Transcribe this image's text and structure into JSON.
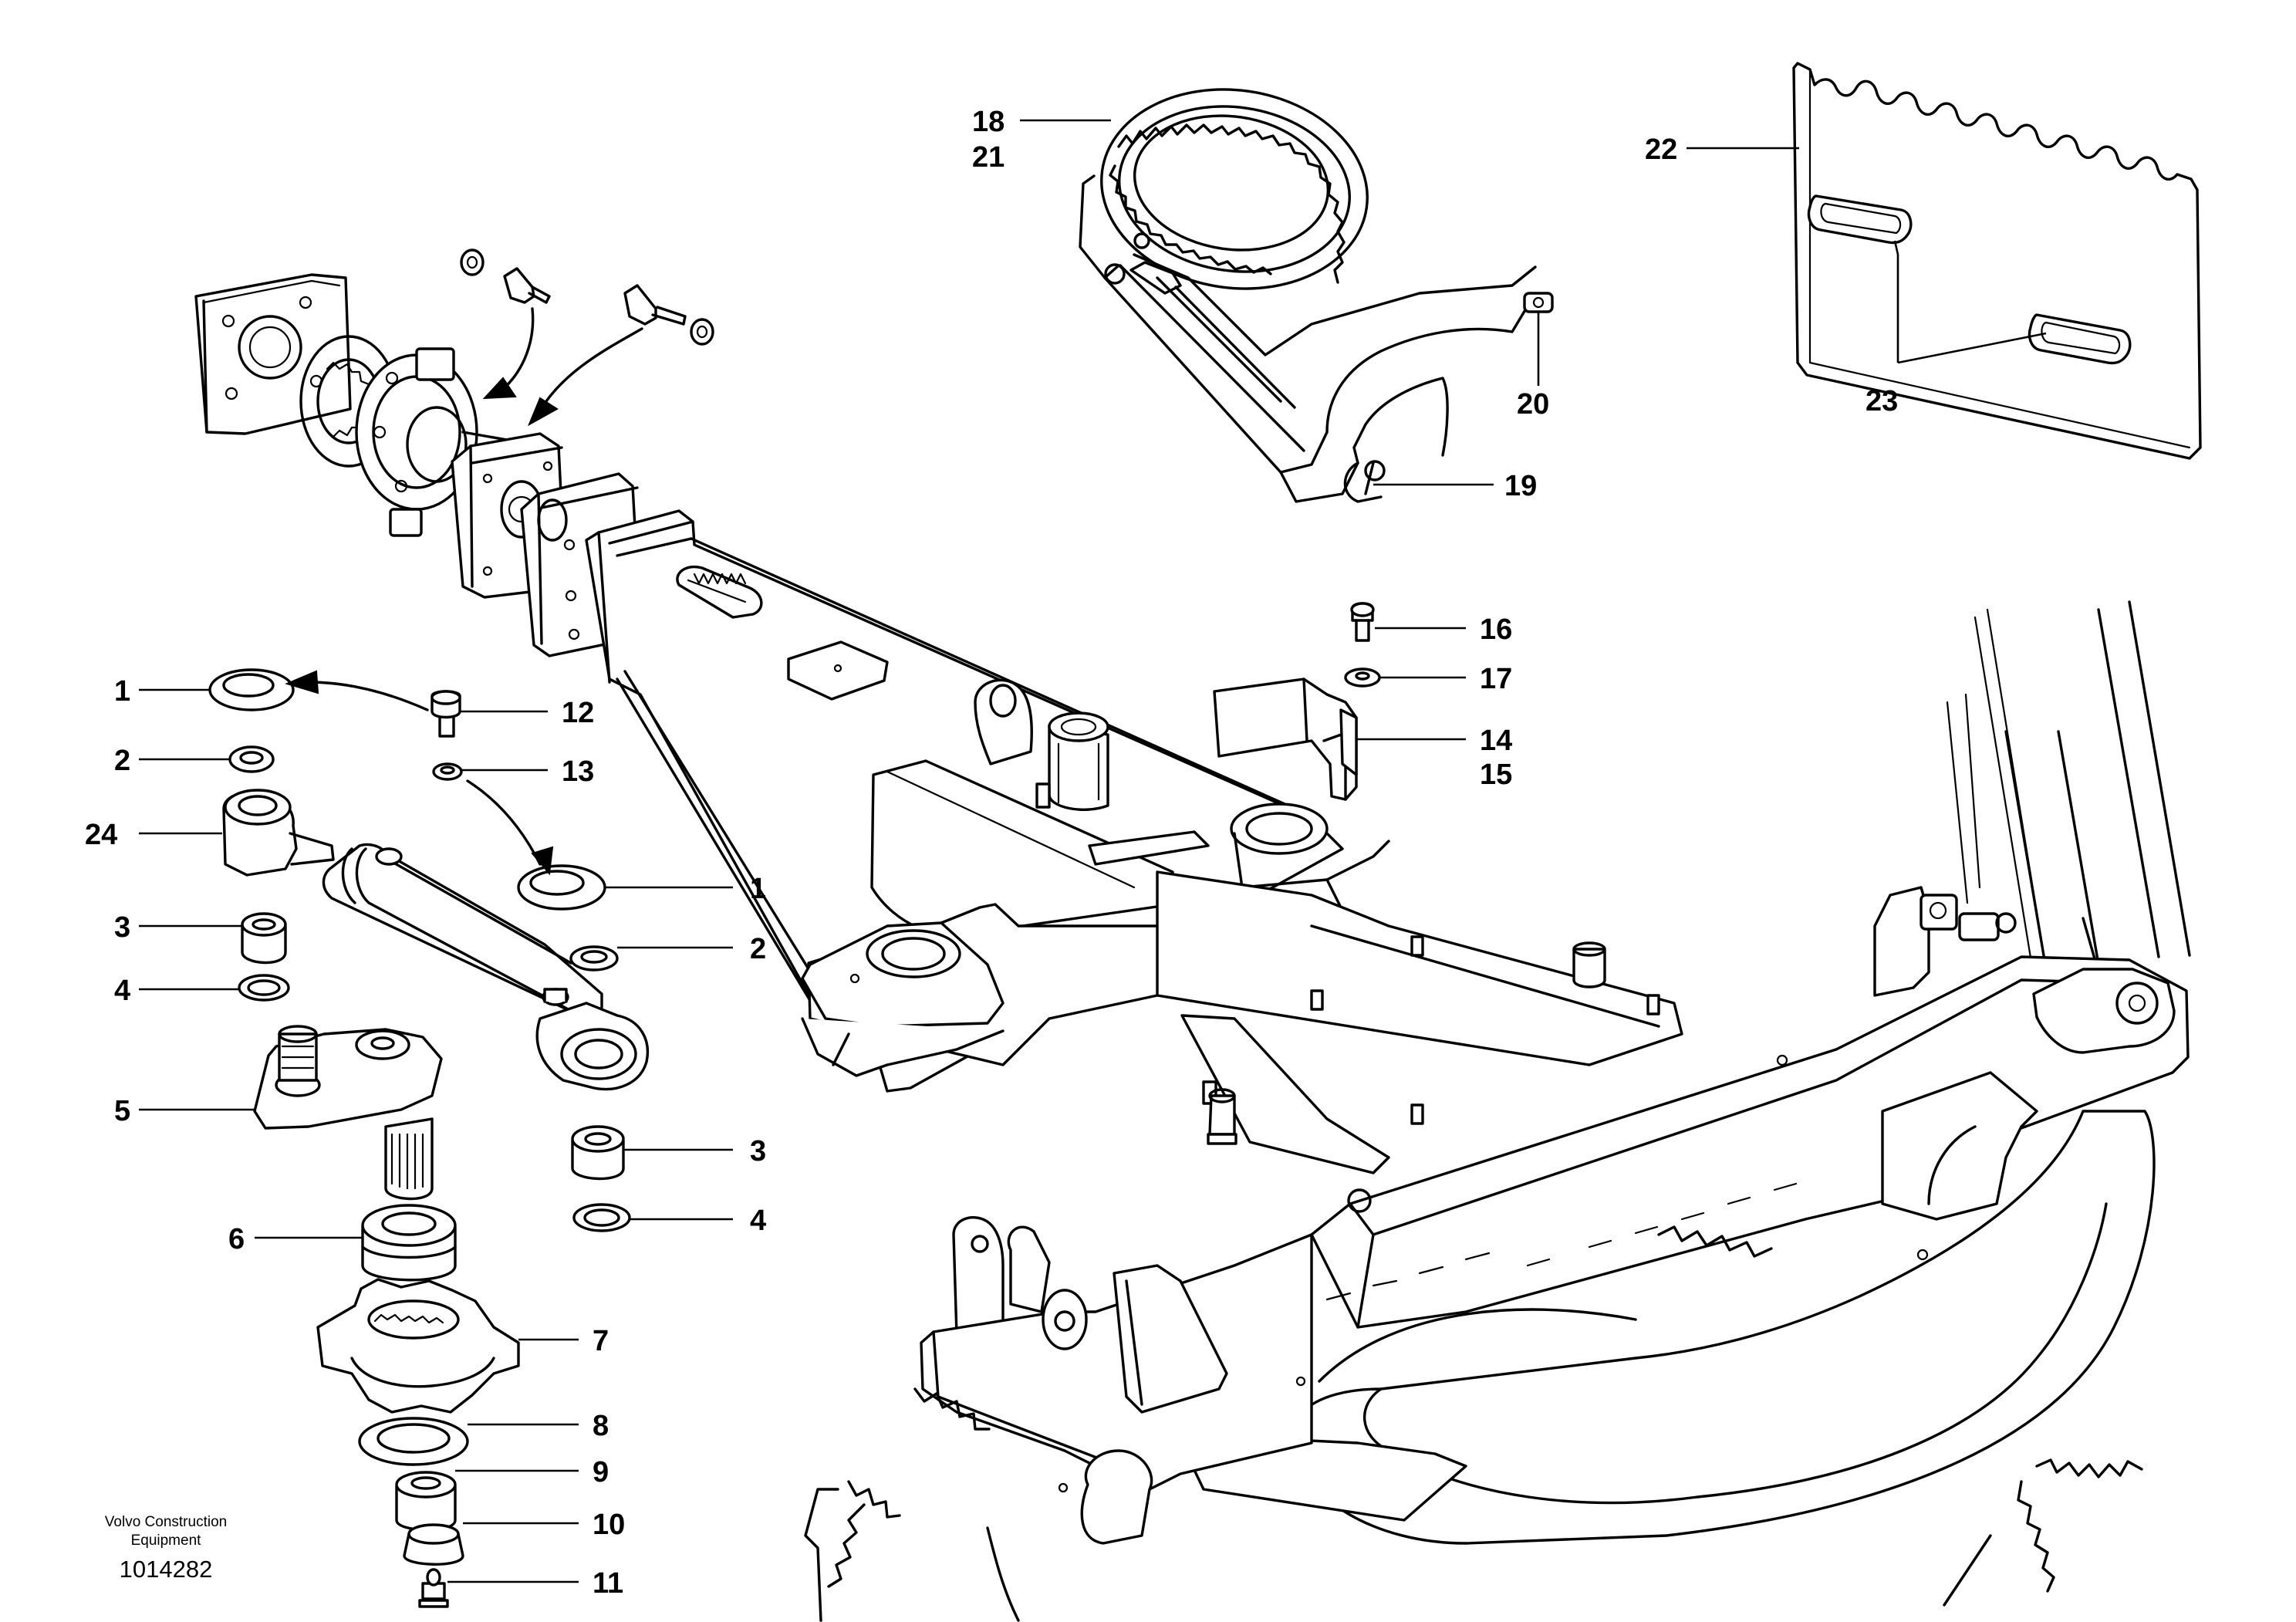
{
  "labels": {
    "l1a": "1",
    "l1b": "1",
    "l2a": "2",
    "l2b": "2",
    "l3a": "3",
    "l3b": "3",
    "l4a": "4",
    "l4b": "4",
    "l5": "5",
    "l6": "6",
    "l7": "7",
    "l8": "8",
    "l9": "9",
    "l10": "10",
    "l11": "11",
    "l12": "12",
    "l13": "13",
    "l14": "14",
    "l15": "15",
    "l16": "16",
    "l17": "17",
    "l18": "18",
    "l19": "19",
    "l20": "20",
    "l21": "21",
    "l22": "22",
    "l23": "23",
    "l24": "24"
  },
  "caption": {
    "line1": "Volvo Construction",
    "line2": "Equipment",
    "number": "1014282"
  }
}
